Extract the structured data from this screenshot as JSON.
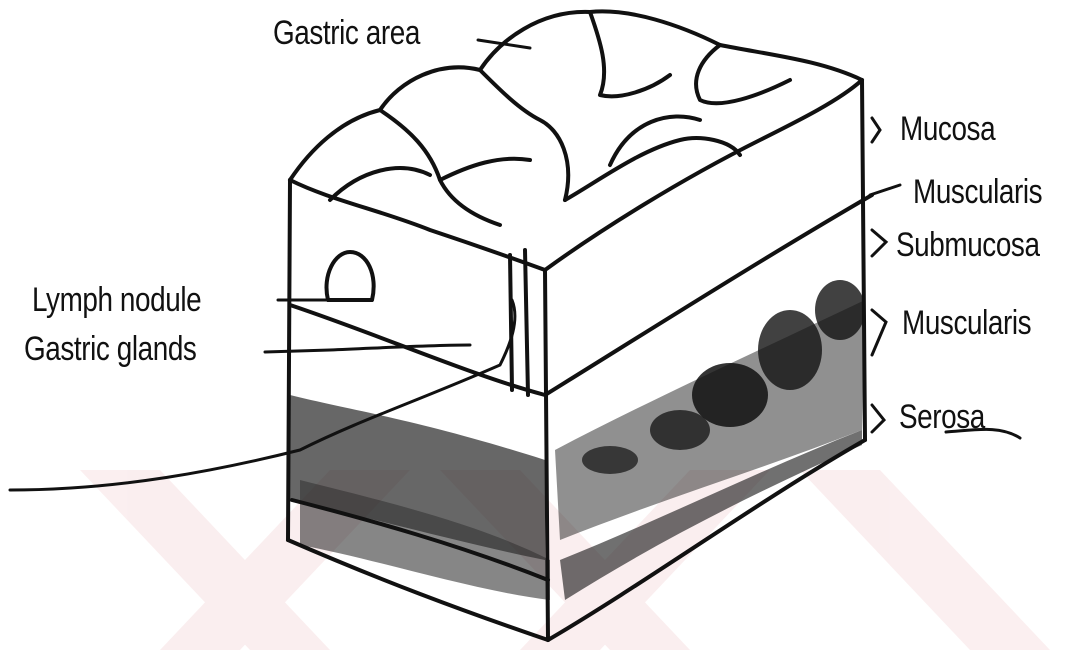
{
  "diagram": {
    "labels": {
      "gastric_area": "Gastric area",
      "lymph_nodule": "Lymph nodule",
      "gastric_glands": "Gastric glands",
      "mucosa": "Mucosa",
      "muscularis_mucosae": "Muscularis",
      "submucosa": "Submucosa",
      "muscularis_externa": "Muscularis",
      "serosa": "Serosa"
    },
    "colors": {
      "ink": "#111111",
      "paper": "#ffffff",
      "watermark": "#c8202a"
    }
  }
}
